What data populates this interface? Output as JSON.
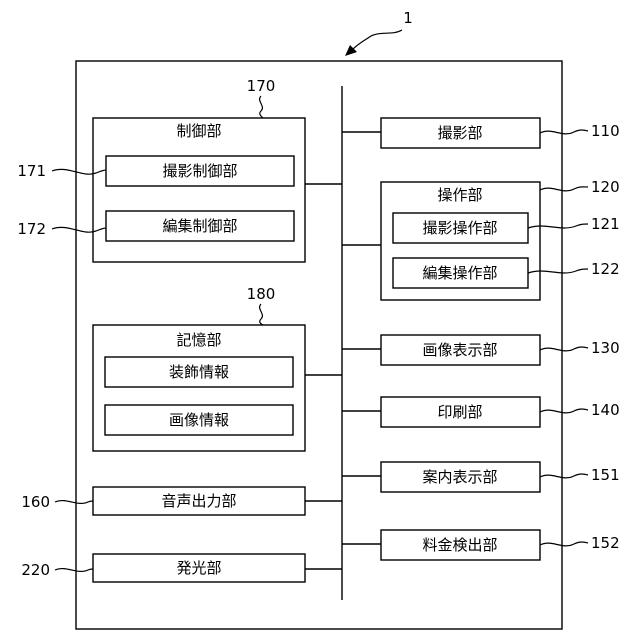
{
  "device_ref": "1",
  "control": {
    "title": "制御部",
    "ref": "170",
    "imaging_control": {
      "label": "撮影制御部",
      "ref": "171"
    },
    "edit_control": {
      "label": "編集制御部",
      "ref": "172"
    }
  },
  "storage": {
    "title": "記憶部",
    "ref": "180",
    "decoration_info": {
      "label": "装飾情報"
    },
    "image_info": {
      "label": "画像情報"
    }
  },
  "audio_output": {
    "label": "音声出力部",
    "ref": "160"
  },
  "light_emitter": {
    "label": "発光部",
    "ref": "220"
  },
  "imaging": {
    "label": "撮影部",
    "ref": "110"
  },
  "operation": {
    "title": "操作部",
    "ref": "120",
    "imaging_operation": {
      "label": "撮影操作部",
      "ref": "121"
    },
    "edit_operation": {
      "label": "編集操作部",
      "ref": "122"
    }
  },
  "image_display": {
    "label": "画像表示部",
    "ref": "130"
  },
  "printing": {
    "label": "印刷部",
    "ref": "140"
  },
  "guide_display": {
    "label": "案内表示部",
    "ref": "151"
  },
  "fee_detection": {
    "label": "料金検出部",
    "ref": "152"
  }
}
